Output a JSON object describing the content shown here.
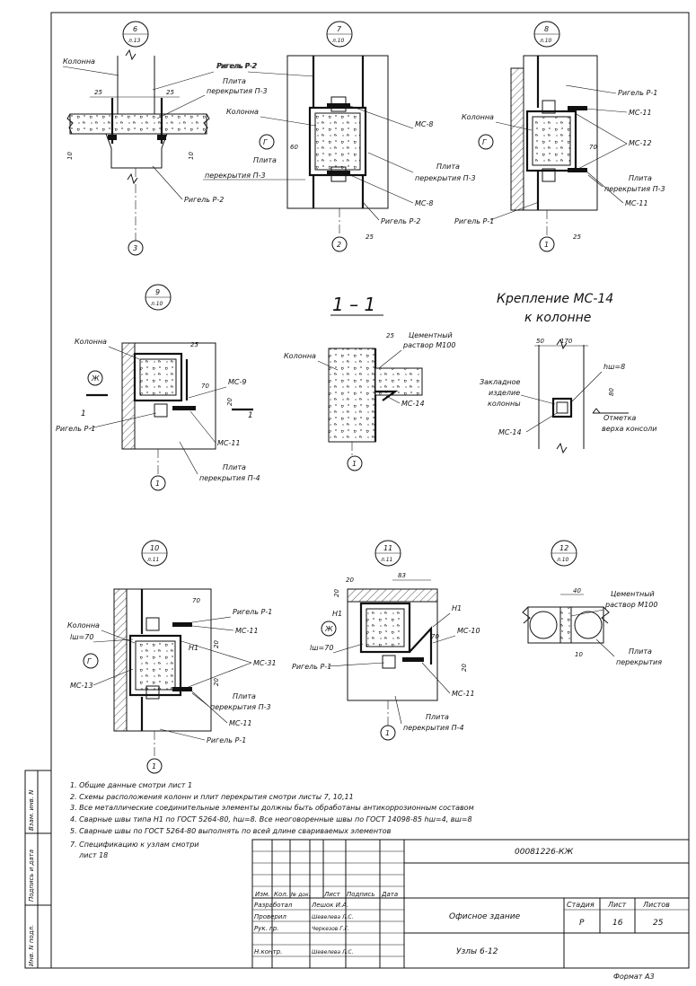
{
  "labels": {
    "kolonna": "Колонна",
    "rigel_r2": "Ригель Р-2",
    "rigel_r1": "Ригель Р-1",
    "plita_p3_a": "Плита",
    "plita_p3_b": "перекрытия П-3",
    "plita_p4_b": "перекрытия П-4",
    "plita_perekr": "перекрытия",
    "mc8": "МС-8",
    "mc9": "МС-9",
    "mc10": "МС-10",
    "mc11": "МС-11",
    "mc12": "МС-12",
    "mc13": "МС-13",
    "mc14": "МС-14",
    "mc31": "МС-31",
    "cement_a": "Цементный",
    "cement_b": "раствор М100",
    "zaklad_a": "Закладное",
    "zaklad_b": "изделие",
    "zaklad_c": "колонны",
    "otmetka_a": "Отметка",
    "otmetka_b": "верха консоли",
    "h1": "Н1",
    "lsh70": "lш=70",
    "hsh8": "hш=8",
    "axis_g": "Г",
    "axis_zh": "Ж",
    "axis_1": "1",
    "axis_2": "2",
    "axis_3": "3"
  },
  "dims": {
    "d10": "10",
    "d20": "20",
    "d25": "25",
    "d40": "40",
    "d50": "50",
    "d60": "60",
    "d70": "70",
    "d80": "80",
    "d83": "83",
    "d170": "170"
  },
  "callouts": [
    {
      "num": "6",
      "sheet": "л.13"
    },
    {
      "num": "7",
      "sheet": "л.10"
    },
    {
      "num": "8",
      "sheet": "л.10"
    },
    {
      "num": "9",
      "sheet": "л.10"
    },
    {
      "num": "10",
      "sheet": "л.11"
    },
    {
      "num": "11",
      "sheet": "л.11"
    },
    {
      "num": "12",
      "sheet": "л.10"
    }
  ],
  "section_title": "1 – 1",
  "section_mark": "1",
  "krep_title_1": "Крепление МС-14",
  "krep_title_2": "к колонне",
  "notes": [
    "1. Общие данные смотри лист 1",
    "2. Схемы расположения колонн и плит перекрытия  смотри листы 7, 10,11",
    "3. Все металлические соединительные элементы должны быть обработаны антикоррозионным составом",
    "4. Сварные швы типа Н1 по ГОСТ 5264-80, hш=8. Все неоговоренные швы по ГОСТ 14098-85 hш=4, вш=8",
    "5. Сварные швы по ГОСТ 5264-80 выполнять по всей длине свариваемых элементов",
    "7. Спецификацию к узлам смотри",
    "    лист 18"
  ],
  "side_stamp": {
    "vzam": "Взам. инв. N",
    "podpis": "Подпись и дата",
    "inv": "Инв. N подл."
  },
  "title_block": {
    "code": "00081226-КЖ",
    "project": "Офисное здание",
    "sheet_title": "Узлы 6-12",
    "col_izm": "Изм.",
    "col_kol": "Кол.",
    "col_doc": "№ док.",
    "col_list": "Лист",
    "col_podpis": "Подпись",
    "col_data": "Дата",
    "roles": [
      {
        "role": "Разработал",
        "name": "Лешок И.А."
      },
      {
        "role": "Проверил",
        "name": "Шевелева Л.С."
      },
      {
        "role": "Рук. гр.",
        "name": "Черкезов Г.Г."
      },
      {
        "role": "Н.контр.",
        "name": "Шевелева Л.С."
      }
    ],
    "stadia_h": "Стадия",
    "list_h": "Лист",
    "listov_h": "Листов",
    "stadia": "Р",
    "list": "16",
    "listov": "25"
  },
  "format": "Формат А3"
}
